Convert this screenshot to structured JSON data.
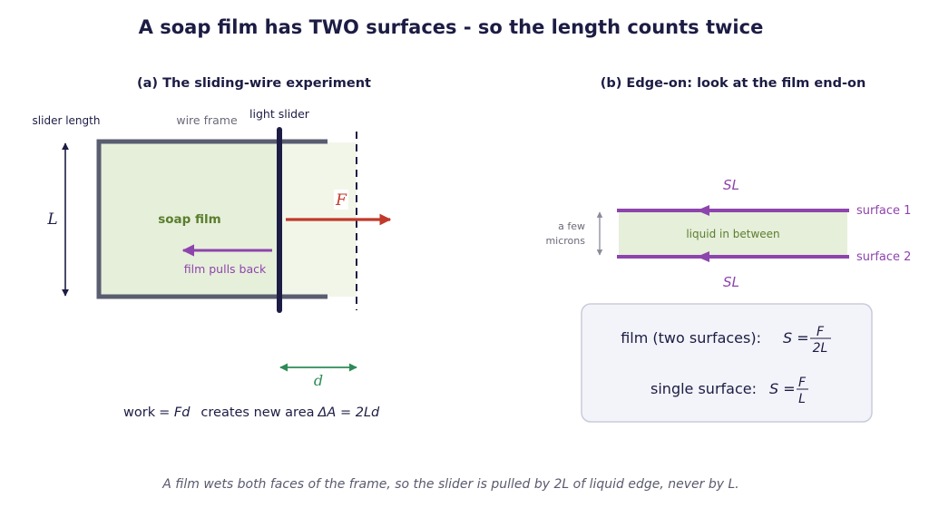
{
  "title": "A soap film has TWO surfaces - so the length counts twice",
  "panel_a": {
    "heading": "(a) The sliding-wire experiment",
    "slider_length_label": "slider length",
    "wire_frame_label": "wire frame",
    "light_slider_label": "light slider",
    "L_label": "L",
    "soap_film_label": "soap film",
    "F_label": "F",
    "film_pulls_back_label": "film pulls back",
    "d_label": "d",
    "work_text_1": "work",
    "work_text_2": "= Fd",
    "work_text_3": "creates new area",
    "work_text_4": "ΔA = 2Ld"
  },
  "panel_b": {
    "heading": "(b) Edge-on: look at the film end-on",
    "top_force_label": "SL",
    "bottom_force_label": "SL",
    "surface1_label": "surface 1",
    "surface2_label": "surface 2",
    "liquid_label": "liquid in between",
    "thickness_label_1": "a few",
    "thickness_label_2": "microns",
    "formula_film_label": "film (two surfaces):",
    "formula_film_lhs": "S =",
    "formula_film_num": "F",
    "formula_film_den": "2L",
    "formula_single_label": "single surface:",
    "formula_single_lhs": "S =",
    "formula_single_num": "F",
    "formula_single_den": "L"
  },
  "footer": "A film wets both faces of the frame, so the slider is pulled by 2L of liquid edge, never by L.",
  "colors": {
    "frame": "#5a5d70",
    "slider": "#1c1c44",
    "film_fill": "#e6efda",
    "film_extension": "#f2f6e9",
    "force_red": "#c0392b",
    "film_purple": "#8e44ad",
    "d_green": "#2e8b57",
    "soap_text": "#5a7d2e"
  }
}
